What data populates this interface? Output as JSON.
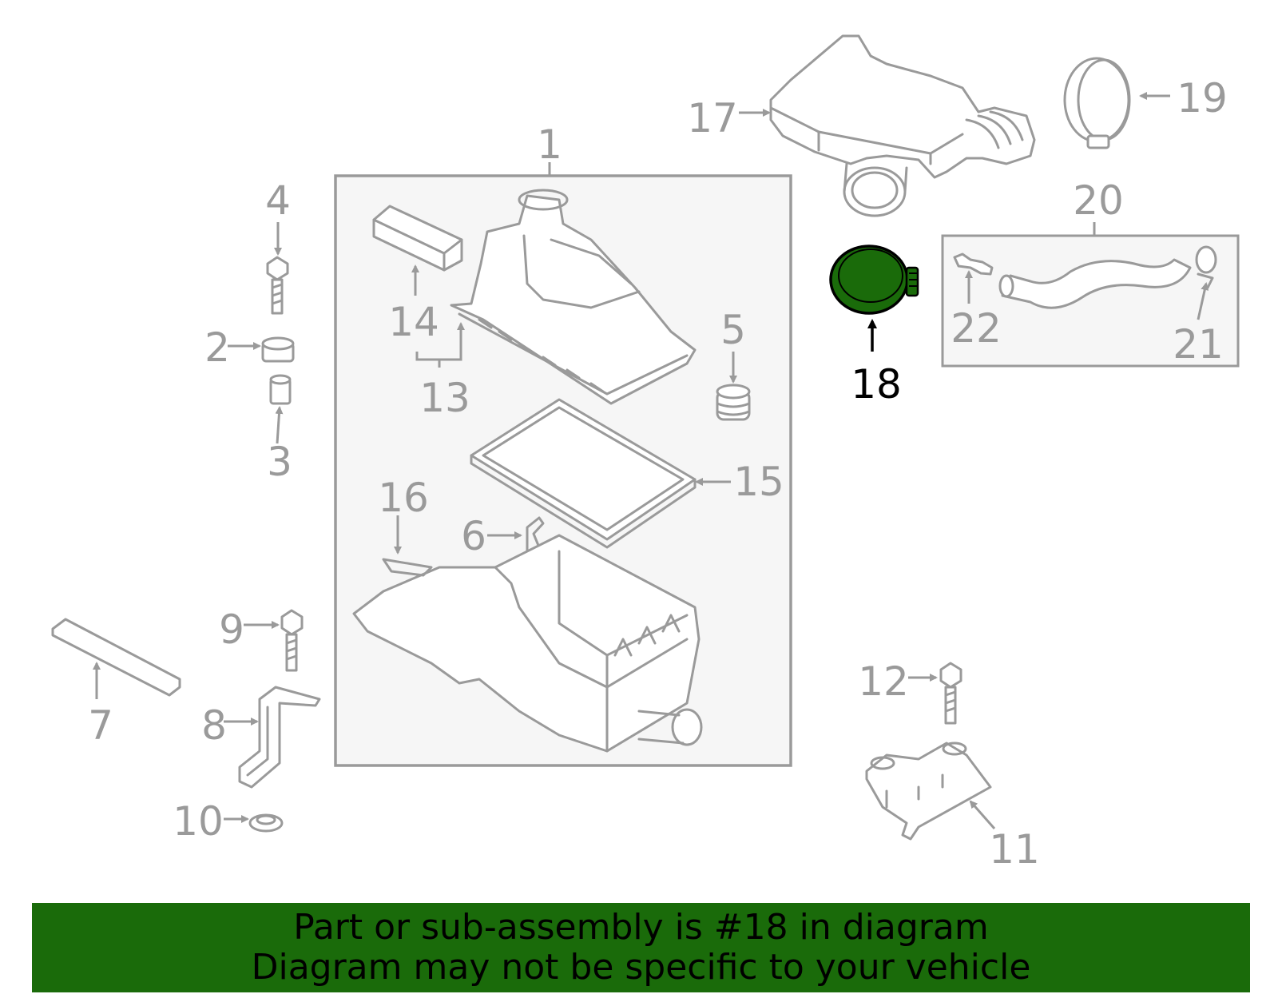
{
  "highlight_color": "#1a6b0a",
  "line_color": "#9a9a9a",
  "callouts": {
    "c1": "1",
    "c2": "2",
    "c3": "3",
    "c4": "4",
    "c5": "5",
    "c6": "6",
    "c7": "7",
    "c8": "8",
    "c9": "9",
    "c10": "10",
    "c11": "11",
    "c12": "12",
    "c13": "13",
    "c14": "14",
    "c15": "15",
    "c16": "16",
    "c17": "17",
    "c18": "18",
    "c19": "19",
    "c20": "20",
    "c21": "21",
    "c22": "22"
  },
  "highlighted_part": "18",
  "banner": {
    "line1": "Part or sub-assembly is #18 in diagram",
    "line2": "Diagram may not be specific to your vehicle"
  }
}
